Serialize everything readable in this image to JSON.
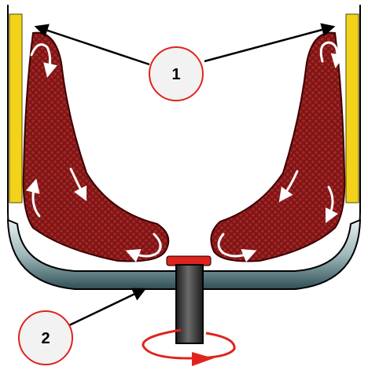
{
  "diagram": {
    "callouts": [
      {
        "id": "1",
        "label": "1"
      },
      {
        "id": "2",
        "label": "2"
      }
    ],
    "colors": {
      "wall": "#f2d21a",
      "wall_outline": "#6a5a00",
      "bowl_fill": "#c7d9da",
      "bowl_shade": "#2f4f55",
      "mass_fill": "#8b1a1a",
      "mass_dot": "#c0392b",
      "shaft": "#3b3b3b",
      "spin_arrow": "#e0231c",
      "callout_ring": "#e0231c",
      "callout_fill": "#f2f2f2",
      "leader": "#000000",
      "flow_arrow": "#ffffff"
    },
    "icons": {
      "flow": "curved-arrow-icon",
      "rotation": "rotation-arrow-icon"
    }
  }
}
